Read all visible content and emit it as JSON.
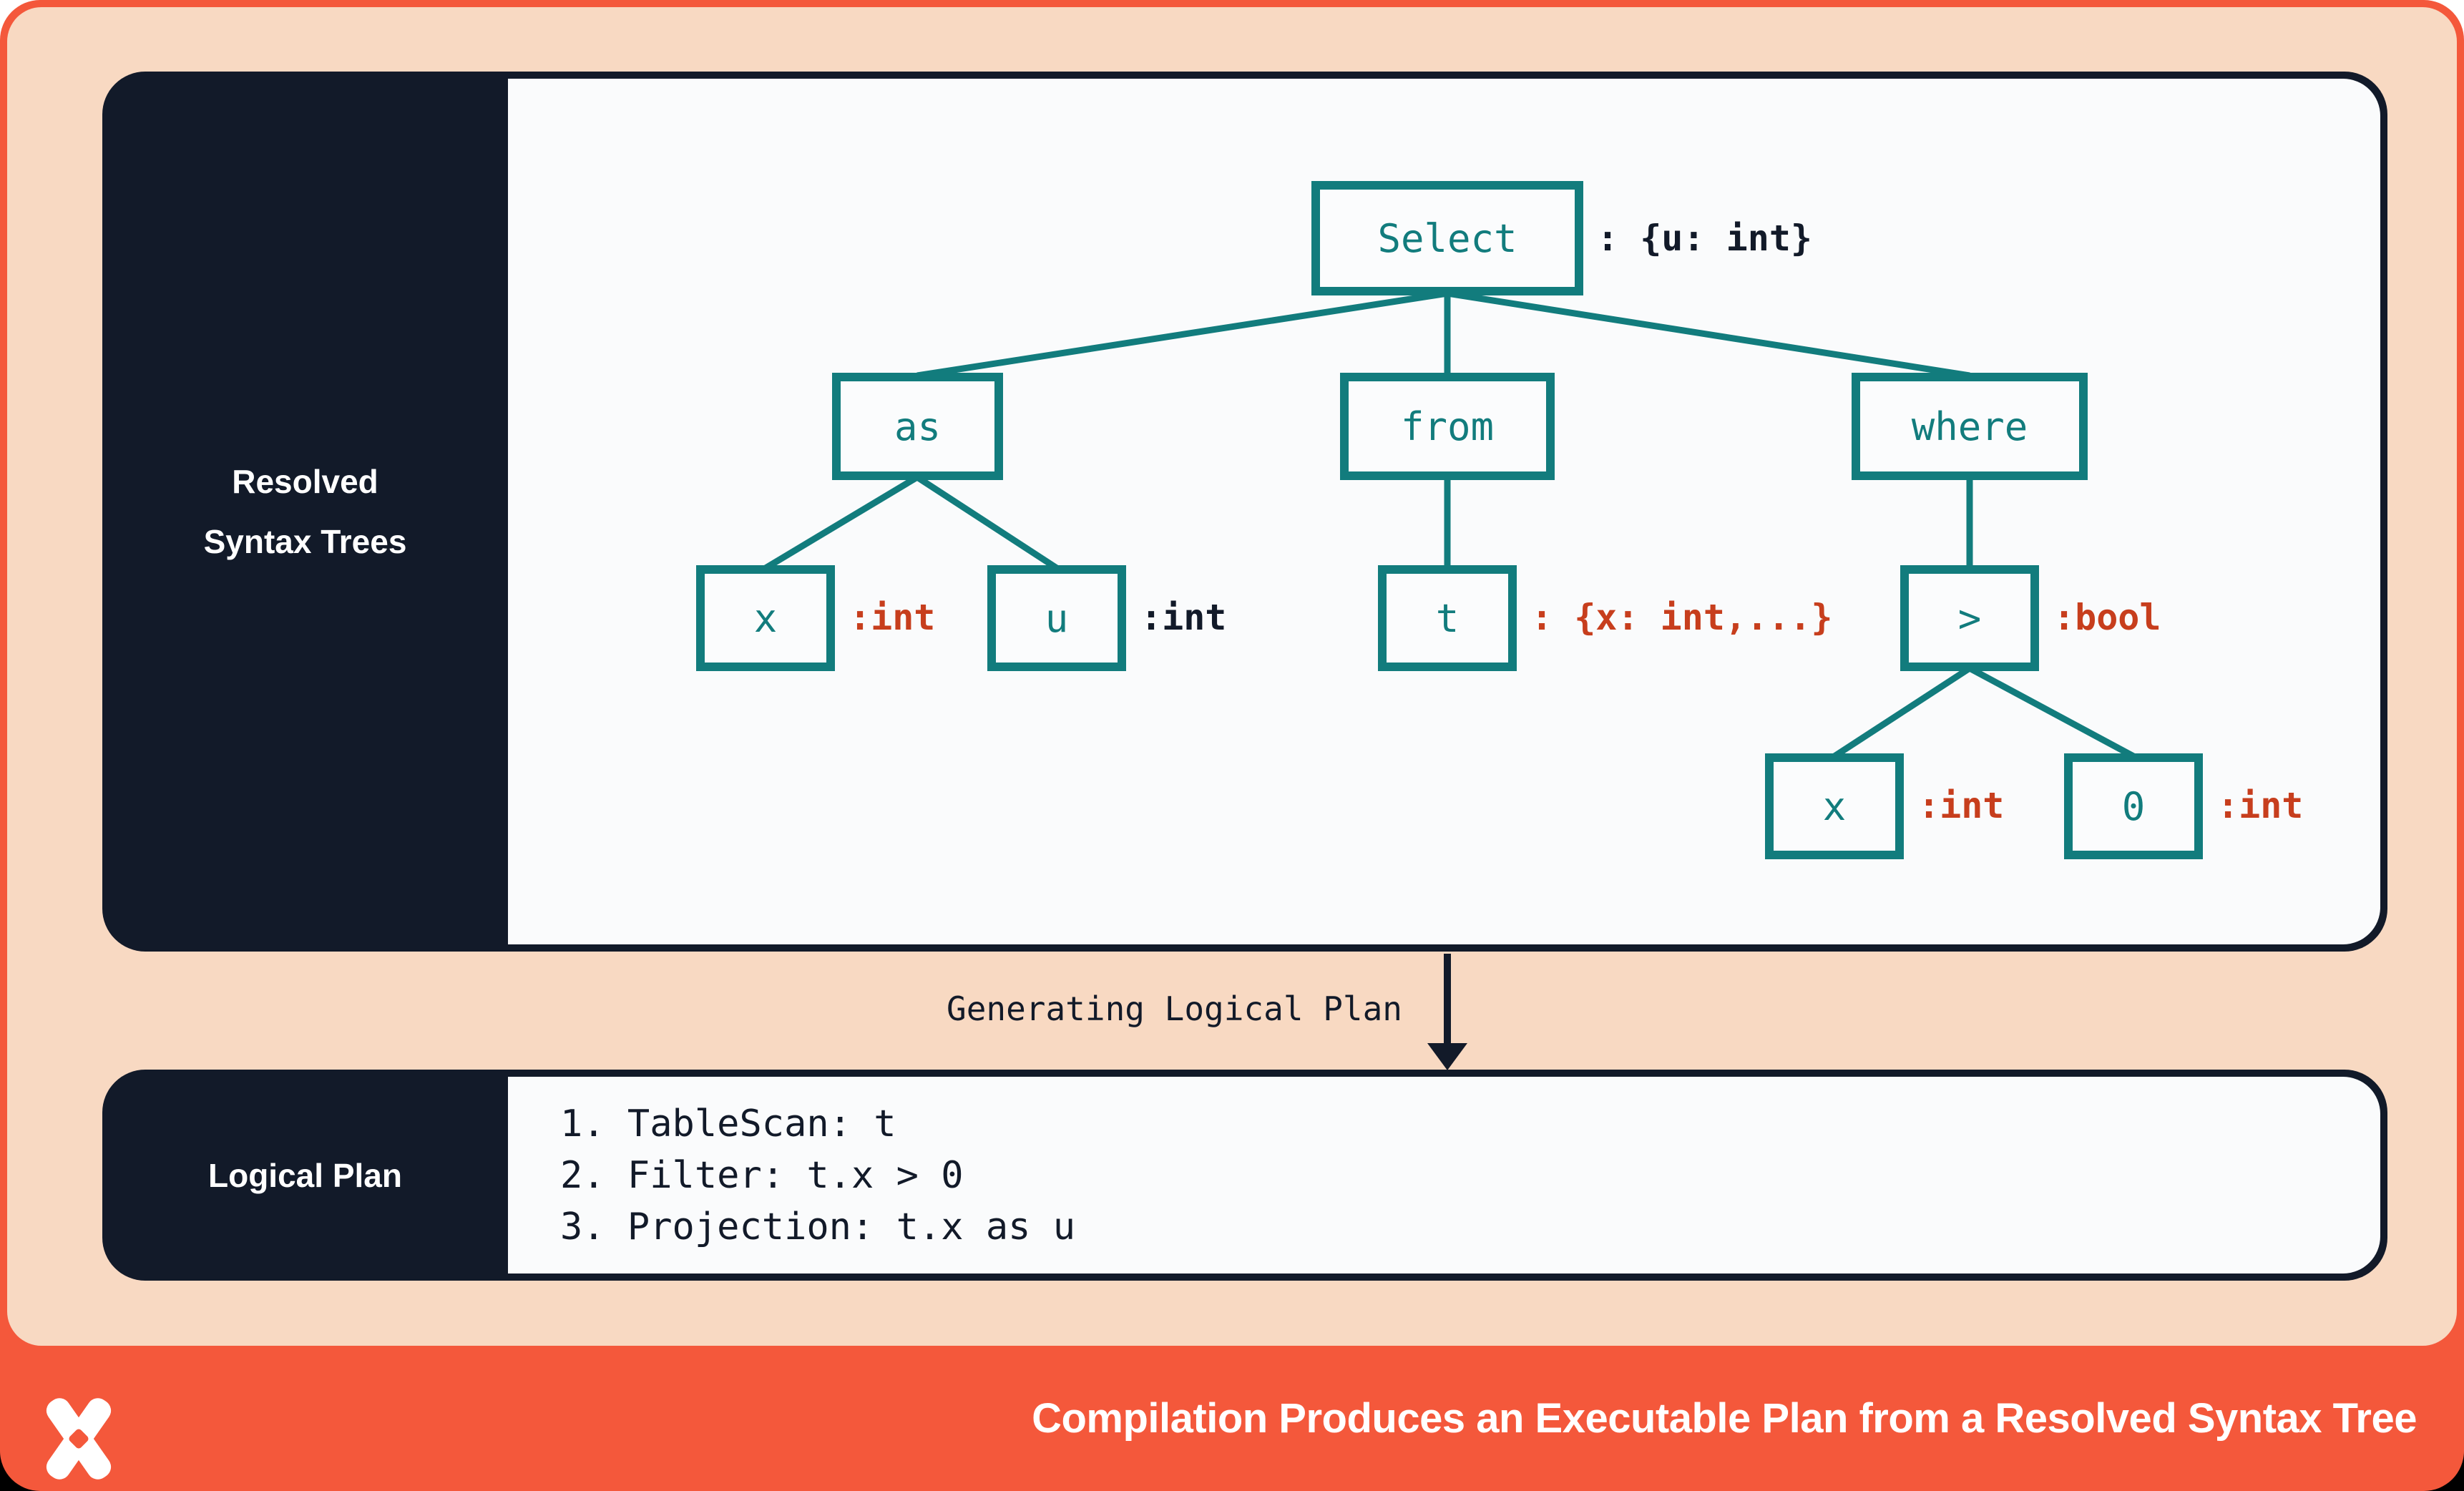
{
  "colors": {
    "coral": "#F4583B",
    "peach": "#F8D9C2",
    "navy": "#121A29",
    "teal": "#127C7D",
    "red": "#C73E1D",
    "content_bg": "#FAFBFC"
  },
  "rst_panel": {
    "title_line1": "Resolved",
    "title_line2": "Syntax Trees"
  },
  "tree": {
    "select": {
      "label": "Select",
      "type": ": {u: int}"
    },
    "as": {
      "label": "as"
    },
    "from": {
      "label": "from"
    },
    "where": {
      "label": "where"
    },
    "x1": {
      "label": "x",
      "type": ":int"
    },
    "u": {
      "label": "u",
      "type": ":int"
    },
    "t": {
      "label": "t",
      "type": ": {x: int,...}"
    },
    "gt": {
      "label": ">",
      "type": ":bool"
    },
    "x2": {
      "label": "x",
      "type": ":int"
    },
    "zero": {
      "label": "0",
      "type": ":int"
    }
  },
  "transition": {
    "label": "Generating Logical Plan"
  },
  "plan_panel": {
    "title": "Logical Plan",
    "steps": [
      "1. TableScan: t",
      "2. Filter: t.x > 0",
      "3. Projection: t.x as u"
    ]
  },
  "footer": {
    "logo_icon": "dolt-x-logo",
    "title": "Compilation Produces an Executable Plan from a Resolved Syntax Tree"
  }
}
